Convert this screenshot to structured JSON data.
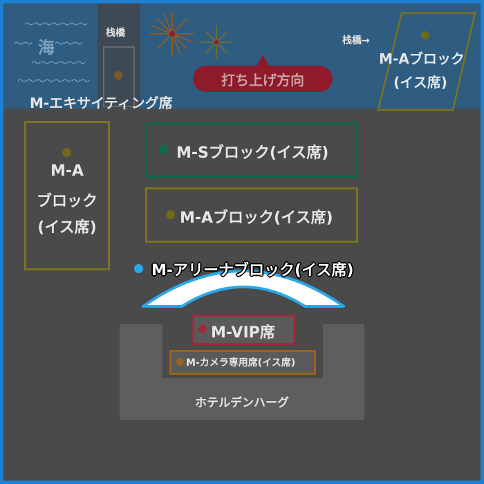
{
  "sea": {
    "label": "海"
  },
  "pier_top": {
    "label": "栈橋"
  },
  "pier_right": {
    "label": "栈橋→"
  },
  "launch_direction": {
    "label": "打ち上げ方向"
  },
  "blocks": {
    "top_right": {
      "line1": "M-Aブロック",
      "line2": "(イス席)"
    },
    "exciting": {
      "label": "M-エキサイティング席"
    },
    "left": {
      "line1": "M-A",
      "line2": "ブロック",
      "line3": "(イス席)"
    },
    "s_block": {
      "label": "M-Sブロック(イス席)"
    },
    "a_block": {
      "label": "M-Aブロック(イス席)"
    },
    "arena": {
      "label": "M-アリーナブロック(イス席)"
    },
    "vip": {
      "label": "M-VIP席"
    },
    "camera": {
      "label": "M-カメラ専用席(イス席)"
    }
  },
  "hotel": {
    "label": "ホテルデンハーグ"
  },
  "colors": {
    "border": "#1f7fd1",
    "sea": "#2f5d82",
    "ground": "#4a4a4a",
    "hotel": "#5e5e5e",
    "a_block": "#7a7320",
    "a_dot": "#6e6a1c",
    "s_block": "#0d6b4a",
    "arena": "#2aa8e8",
    "vip": "#9a2c3a",
    "camera": "#9a6418",
    "launch": "#8e1a2a"
  }
}
